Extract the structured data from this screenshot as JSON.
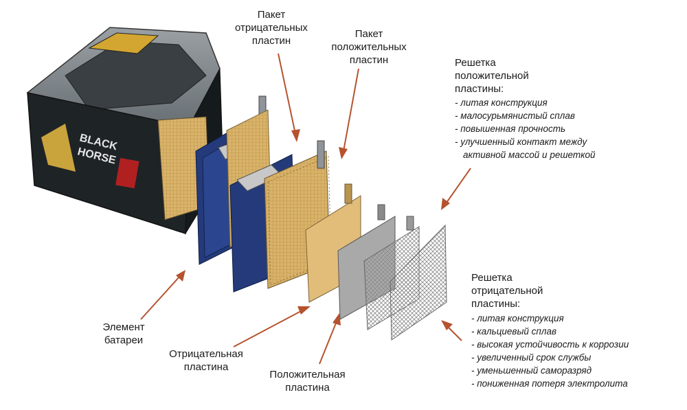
{
  "labels": {
    "neg_pack": [
      "Пакет",
      "отрицательных",
      "пластин"
    ],
    "pos_pack": [
      "Пакет",
      "положительных",
      "пластин"
    ],
    "element": [
      "Элемент",
      "батареи"
    ],
    "neg_plate": [
      "Отрицательная",
      "пластина"
    ],
    "pos_plate": [
      "Положительная",
      "пластина"
    ]
  },
  "pos_grid": {
    "title": [
      "Решетка",
      "положительной",
      "пластины:"
    ],
    "features": [
      "- литая конструкция",
      "- малосурьмянистый сплав",
      "- повышенная прочность",
      "- улучшенный контакт между",
      "  активной массой и решеткой"
    ]
  },
  "neg_grid": {
    "title": [
      "Решетка",
      "отрицательной",
      "пластины:"
    ],
    "features": [
      "- литая конструкция",
      "- кальциевый сплав",
      "- высокая устойчивость к коррозии",
      "- увеличенный срок службы",
      "- уменьшенный саморазряд",
      "- пониженная потеря электролита"
    ]
  },
  "battery_brand": [
    "BLACK",
    "HORSE"
  ],
  "colors": {
    "arrow": "#b5532f",
    "negative_plate": "#243a7a",
    "positive_plate": "#d9b36a",
    "battery_body": "#1e2326"
  }
}
